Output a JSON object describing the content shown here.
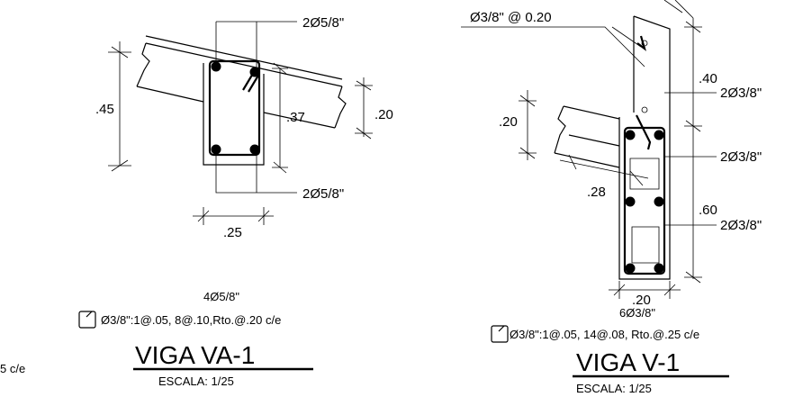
{
  "left_section": {
    "bar_top": "2Ø5/8\"",
    "bar_bottom": "2Ø5/8\"",
    "dim_height": ".45",
    "dim_inner": ".37",
    "dim_slab": ".20",
    "dim_width": ".25",
    "total_bars": "4Ø5/8\"",
    "stirrups": "Ø3/8\":1@.05, 8@.10,Rto.@.20 c/e",
    "title": "VIGA VA-1",
    "scale": "ESCALA: 1/25"
  },
  "right_section": {
    "stirrup_spacing": "Ø3/8\" @ 0.20",
    "dim_top": ".40",
    "bar_1": "2Ø3/8\"",
    "bar_2": "2Ø3/8\"",
    "dim_bottom": ".60",
    "bar_3": "2Ø3/8\"",
    "dim_slab": ".20",
    "dim_inner": ".28",
    "dim_width": ".20",
    "total_bars": "6Ø3/8\"",
    "stirrups": "Ø3/8\":1@.05, 14@.08, Rto.@.25 c/e",
    "title": "VIGA V-1",
    "scale": "ESCALA: 1/25"
  },
  "edge_fragment": "5 c/e"
}
